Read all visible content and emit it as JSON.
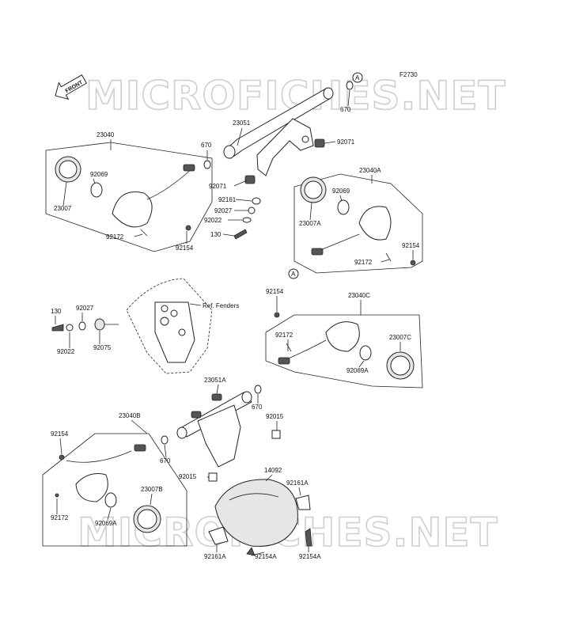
{
  "figure_code": "F2730",
  "front_arrow": "FRONT",
  "watermark": "MICROFICHES.NET",
  "ref_label": "Ref. Fenders",
  "callout_letter": "A",
  "parts": {
    "p23040": "23040",
    "p23051": "23051",
    "p670_top": "670",
    "p670_right": "670",
    "p92071_right": "92071",
    "p92069_left": "92069",
    "p23007": "23007",
    "p92071_mid": "92071",
    "p92161": "92161",
    "p92027_mid": "92027",
    "p92022_mid": "92022",
    "p130_mid": "130",
    "p92172_left": "92172",
    "p92154_left": "92154",
    "p23040A": "23040A",
    "p92069_A": "92069",
    "p23007A": "23007A",
    "p92154_A": "92154",
    "p92172_A": "92172",
    "p130_left": "130",
    "p92027_left": "92027",
    "p92022_left": "92022",
    "p92075": "92075",
    "p92154_C": "92154",
    "p23040C": "23040C",
    "p92172_C": "92172",
    "p23007C": "23007C",
    "p92069A_C": "92069A",
    "p23051A": "23051A",
    "p670_C": "670",
    "p92015_right": "92015",
    "p23040B": "23040B",
    "p92154_B": "92154",
    "p670_B": "670",
    "p92015_left": "92015",
    "p14092": "14092",
    "p92161A_top": "92161A",
    "p23007B": "23007B",
    "p92172_B": "92172",
    "p92069A_B": "92069A",
    "p92161A_bot": "92161A",
    "p92154A_mid": "92154A",
    "p92154A_right": "92154A"
  }
}
